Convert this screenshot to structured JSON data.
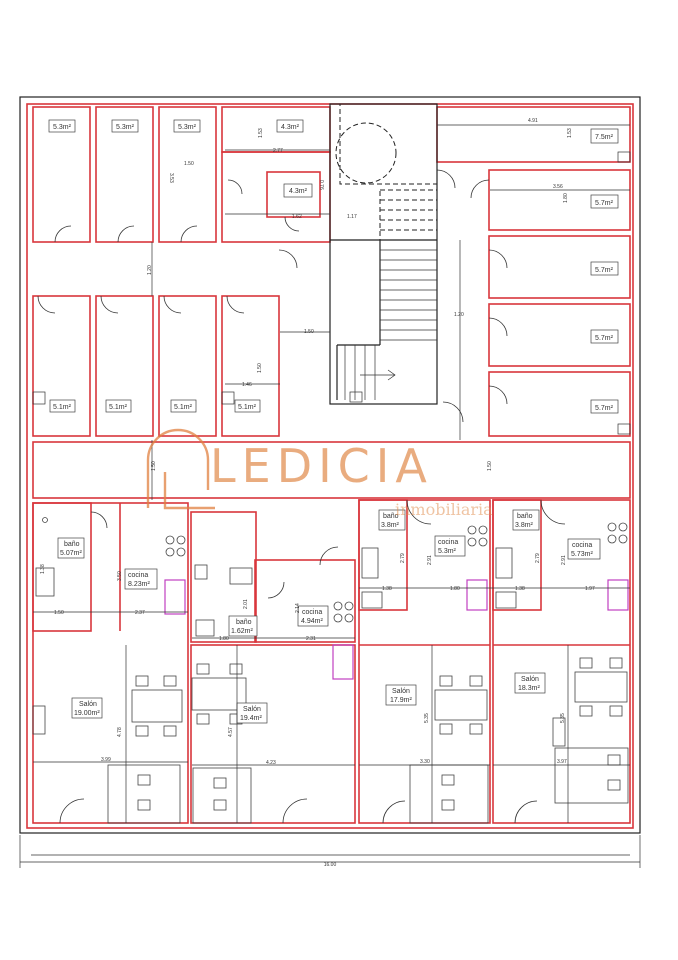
{
  "watermark": {
    "brand": "LEDICIA",
    "sub": "inmobiliaria"
  },
  "storage_rooms": {
    "top_row": [
      "5.3m²",
      "5.3m²",
      "5.3m²",
      "4.3m²"
    ],
    "small_upper": "4.3m²",
    "bottom_row": [
      "5.1m²",
      "5.1m²",
      "5.1m²",
      "5.1m²"
    ],
    "right_col": [
      "7.5m²",
      "5.7m²",
      "5.7m²",
      "5.7m²",
      "5.7m²"
    ]
  },
  "units": [
    {
      "bath": "baño",
      "bath_area": "5.07m²",
      "kitchen": "cocina",
      "kitchen_area": "8.23m²",
      "living": "Salón",
      "living_area": "19.00m²"
    },
    {
      "bath": "baño",
      "bath_area": "1.62m²",
      "kitchen": "cocina",
      "kitchen_area": "4.94m²",
      "living": "Salón",
      "living_area": "19.4m²"
    },
    {
      "bath": "baño",
      "bath_area": "3.8m²",
      "kitchen": "cocina",
      "kitchen_area": "5.3m²",
      "living": "Salón",
      "living_area": "17.9m²"
    },
    {
      "bath": "baño",
      "bath_area": "3.8m²",
      "kitchen": "cocina",
      "kitchen_area": "5.73m²",
      "living": "Salón",
      "living_area": "18.3m²"
    }
  ],
  "dimensions": {
    "total_width": "16.00",
    "top": [
      "1.53",
      "2.77",
      "1.50",
      "4.91",
      "1.53",
      "3.56",
      "1.80",
      "1.62",
      "1.17",
      "0.76",
      "1.20",
      "1.20",
      "1.50",
      "1.50",
      "1.46",
      "3.53"
    ],
    "corridor": [
      "1.50",
      "1.50"
    ],
    "units": [
      "1.38",
      "3.50",
      "1.50",
      "2.37",
      "2.01",
      "1.80",
      "2.14",
      "2.31",
      "2.79",
      "2.91",
      "1.38",
      "1.80",
      "2.79",
      "2.91",
      "1.38",
      "1.97",
      "4.78",
      "3.99",
      "4.57",
      "4.23",
      "5.35",
      "3.30",
      "5.35",
      "3.97"
    ]
  }
}
